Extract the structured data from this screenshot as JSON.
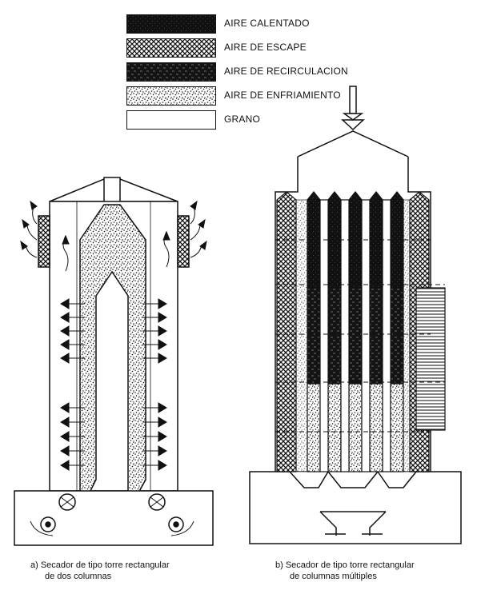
{
  "legend": [
    {
      "label": "AIRE CALENTADO",
      "pattern": "heated"
    },
    {
      "label": "AIRE DE ESCAPE",
      "pattern": "exhaust"
    },
    {
      "label": "AIRE DE RECIRCULACION",
      "pattern": "recirc"
    },
    {
      "label": "AIRE DE ENFRIAMIENTO",
      "pattern": "cooling"
    },
    {
      "label": "GRANO",
      "pattern": "grain"
    }
  ],
  "captions": {
    "a_line1": "a)  Secador de tipo torre rectangular",
    "a_line2": "de dos columnas",
    "b_line1": "b)  Secador de tipo torre rectangular",
    "b_line2": "de columnas múltiples"
  },
  "colors": {
    "ink": "#111111",
    "background": "#ffffff"
  }
}
